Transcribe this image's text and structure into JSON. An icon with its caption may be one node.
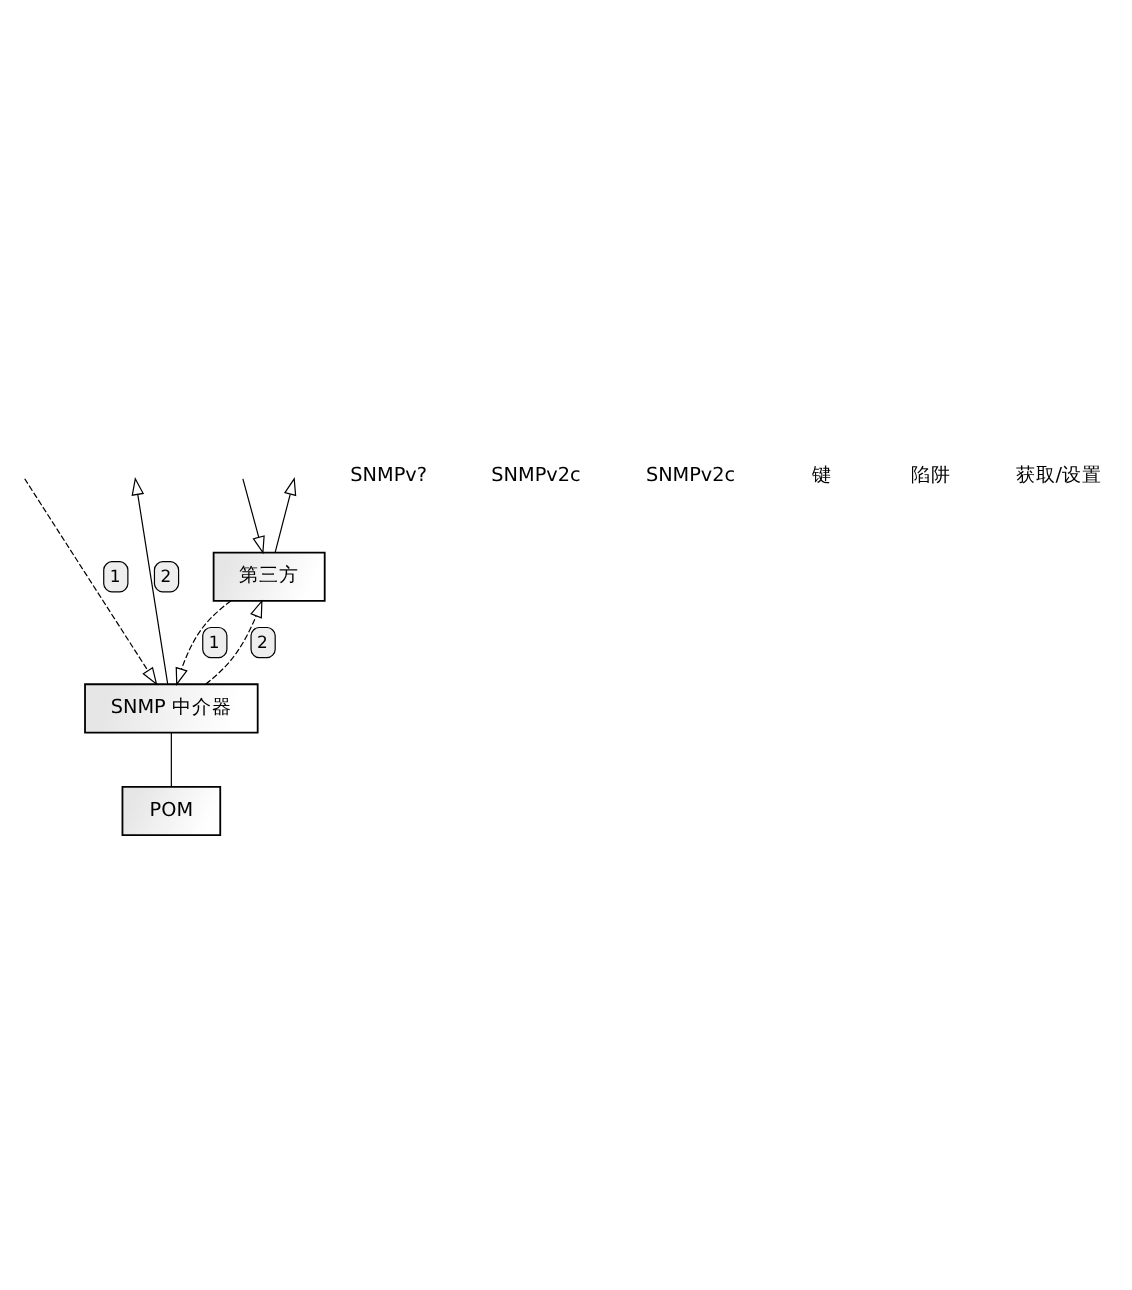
{
  "diagram": {
    "nodes": [
      {
        "text": [
          "第三方"
        ]
      },
      {
        "text": [
          "SNMP 中介器"
        ]
      },
      {
        "text": [
          "POM"
        ]
      }
    ],
    "edges": [
      {
        "from": null,
        "to": 0,
        "arrow": "to"
      },
      {
        "from": 0,
        "to": null,
        "arrow": "to"
      },
      {
        "from": 0,
        "to": 1,
        "arrow": "to",
        "style": "dashed",
        "label": "1"
      },
      {
        "from": 1,
        "to": 0,
        "arrow": "to",
        "style": "dashed",
        "label": "2"
      },
      {
        "from": null,
        "to": 1,
        "arrow": "to",
        "style": "dashed",
        "label": "1"
      },
      {
        "from": 1,
        "to": null,
        "arrow": "to",
        "label": "2"
      },
      {
        "from": 1,
        "to": 2,
        "arrow": "none"
      }
    ],
    "labels": [
      "SNMPv?",
      "SNMPv2c",
      "SNMPv2c",
      "键"
    ],
    "legend": [
      {
        "text": "陷阱"
      },
      {
        "text": "获取/设置"
      }
    ]
  }
}
